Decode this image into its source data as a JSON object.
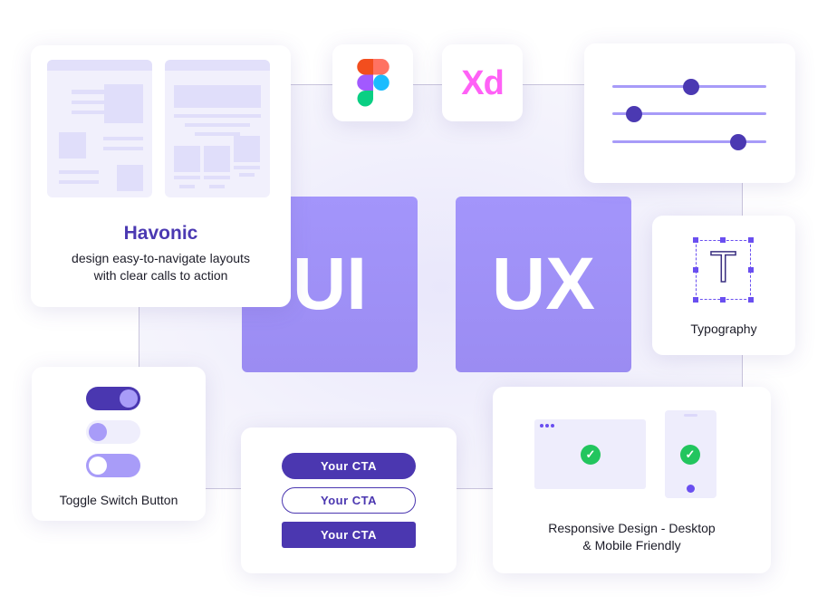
{
  "havonic": {
    "title": "Havonic",
    "line1": "design easy-to-navigate layouts",
    "line2": "with clear calls to action"
  },
  "tools": {
    "figma": "figma-logo",
    "xd": "Xd"
  },
  "big": {
    "ui": "UI",
    "ux": "UX"
  },
  "sliders": [
    0.51,
    0.14,
    0.82
  ],
  "typography": {
    "glyph": "T",
    "label": "Typography"
  },
  "toggles": {
    "label": "Toggle Switch Button",
    "states": [
      "on",
      "off",
      "off"
    ]
  },
  "cta": [
    "Your CTA",
    "Your CTA",
    "Your CTA"
  ],
  "responsive": {
    "line1": "Responsive Design - Desktop",
    "line2": "& Mobile Friendly",
    "check": "✓"
  },
  "colors": {
    "accent": "#4b39b2",
    "light": "#a79bf8",
    "xd": "#ff61f6",
    "success": "#22c55e"
  }
}
